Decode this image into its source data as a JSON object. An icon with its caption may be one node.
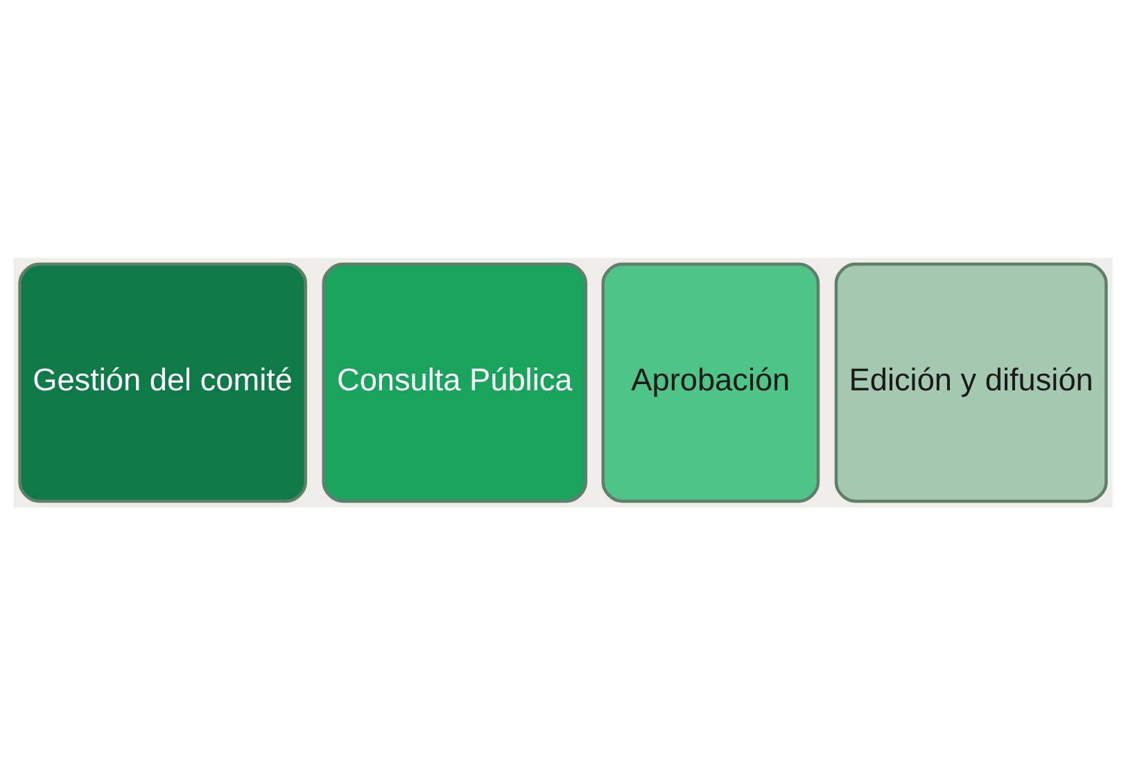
{
  "diagram": {
    "nodes": [
      {
        "text": [
          "Gestión del comité"
        ]
      },
      {
        "text": [
          "Consulta Pública"
        ]
      },
      {
        "text": [
          "Aprobación"
        ]
      },
      {
        "text": [
          "Edición y difusión"
        ]
      }
    ]
  }
}
